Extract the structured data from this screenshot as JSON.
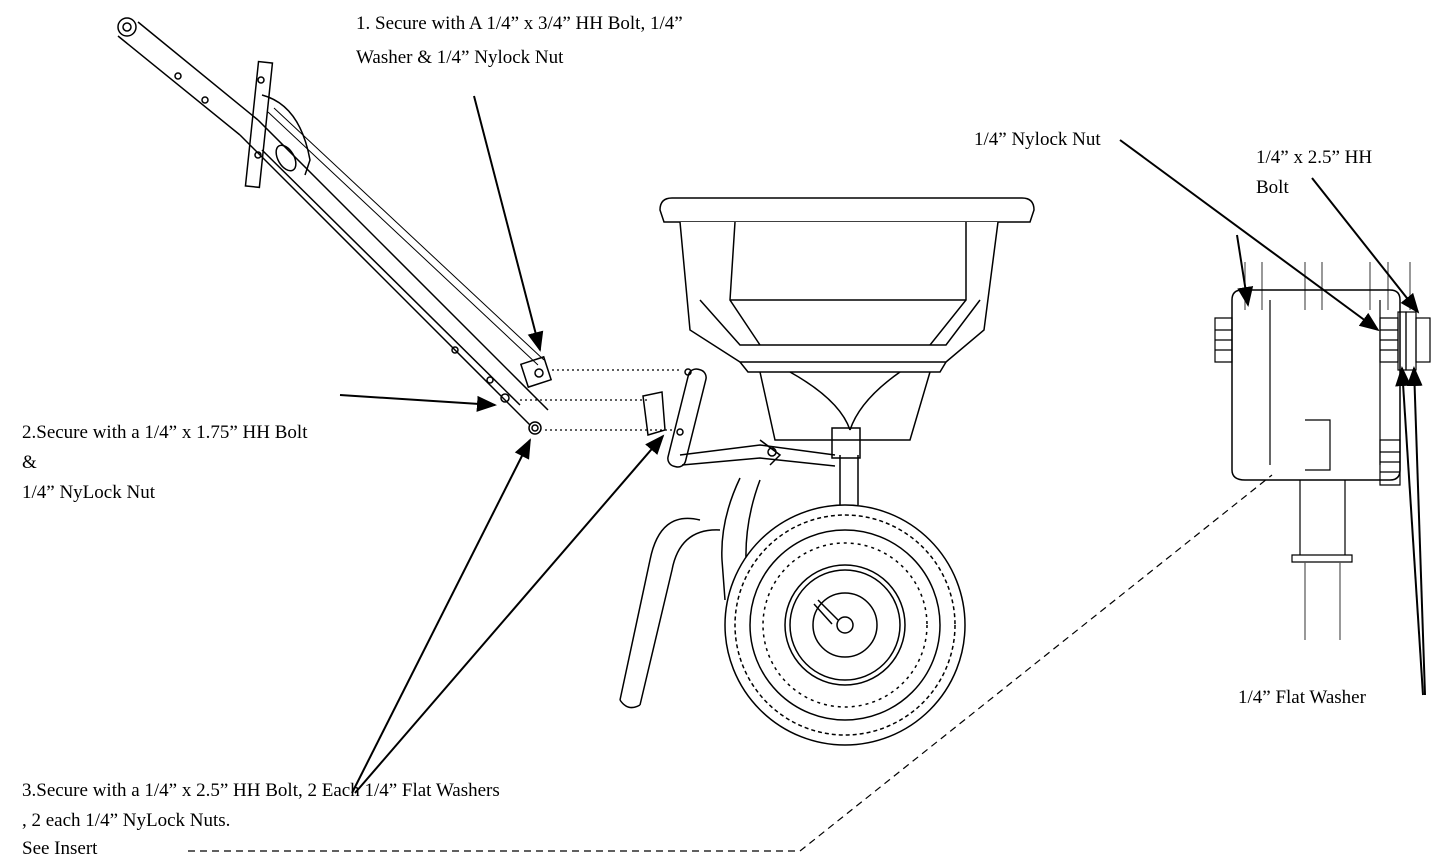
{
  "callouts": {
    "step1": {
      "line1": "1. Secure with A 1/4” x 3/4” HH Bolt, 1/4”",
      "line2": "Washer & 1/4” Nylock Nut"
    },
    "step2": {
      "line1": "2.Secure with a 1/4” x 1.75” HH Bolt",
      "line2": "&",
      "line3": "1/4” NyLock Nut"
    },
    "step3": {
      "line1": "3.Secure with a 1/4” x 2.5” HH Bolt, 2 Each 1/4” Flat Washers",
      "line2": ", 2 each 1/4” NyLock Nuts.",
      "line3": "See Insert"
    }
  },
  "insert": {
    "nylock_nut": "1/4” Nylock Nut",
    "bolt_line1": "1/4” x 2.5” HH",
    "bolt_line2": "Bolt",
    "flat_washer": "1/4” Flat Washer"
  },
  "colors": {
    "ink": "#000000",
    "light_ink": "#555555",
    "background": "#ffffff"
  }
}
